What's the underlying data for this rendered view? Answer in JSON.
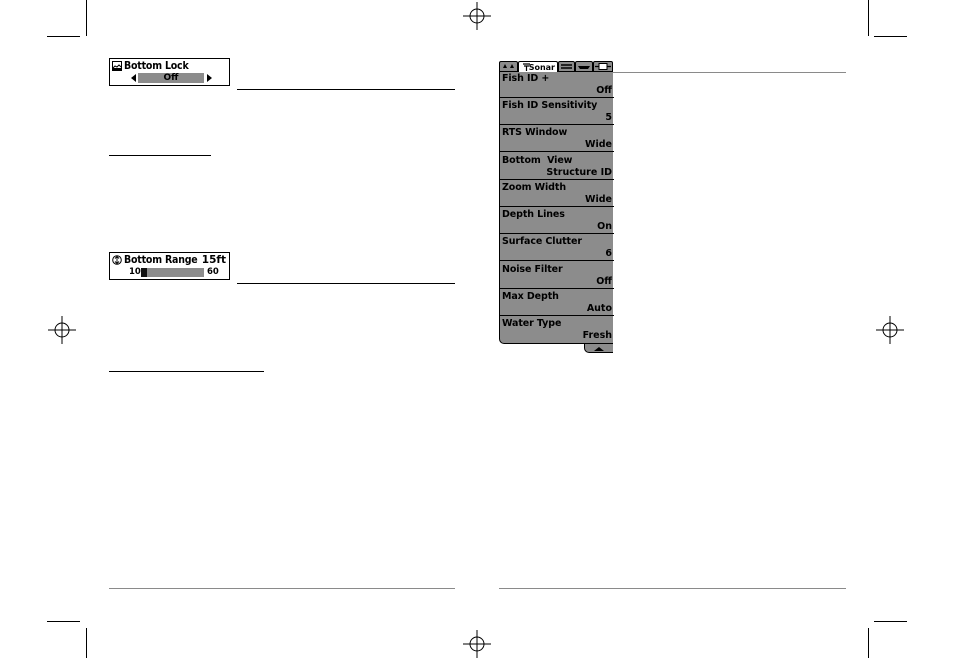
{
  "bottom_lock": {
    "title": "Bottom Lock",
    "value": "Off",
    "icon": "bottom-lock-icon"
  },
  "bottom_range": {
    "title": "Bottom Range",
    "value": "15ft",
    "min_label": "10",
    "max_label": "60",
    "level_fraction": 0.1,
    "icon": "range-icon"
  },
  "sonar_menu": {
    "tabs": [
      {
        "name": "alarms-tab",
        "label": "",
        "icon": "alarm-icon"
      },
      {
        "name": "sonar-tab",
        "label": "Sonar",
        "icon": "sonar-icon",
        "active": true
      },
      {
        "name": "setup-tab",
        "label": "",
        "icon": "setup-icon"
      },
      {
        "name": "accessories-tab",
        "label": "",
        "icon": "boat-icon"
      },
      {
        "name": "battery-tab",
        "label": "",
        "icon": "battery-icon"
      }
    ],
    "items": [
      {
        "label": "Fish ID +",
        "value": "Off"
      },
      {
        "label": "Fish ID Sensitivity",
        "value": "5"
      },
      {
        "label": "RTS Window",
        "value": "Wide"
      },
      {
        "label": "Bottom  View",
        "value": "Structure ID"
      },
      {
        "label": "Zoom Width",
        "value": "Wide"
      },
      {
        "label": "Depth Lines",
        "value": "On"
      },
      {
        "label": "Surface Clutter",
        "value": "6"
      },
      {
        "label": "Noise Filter",
        "value": "Off"
      },
      {
        "label": "Max Depth",
        "value": "Auto"
      },
      {
        "label": "Water Type",
        "value": "Fresh"
      }
    ],
    "scroll_icon": "scroll-up-icon"
  },
  "colors": {
    "menu_gray": "#8c8c8c",
    "rule_gray": "#8a8a8a"
  }
}
